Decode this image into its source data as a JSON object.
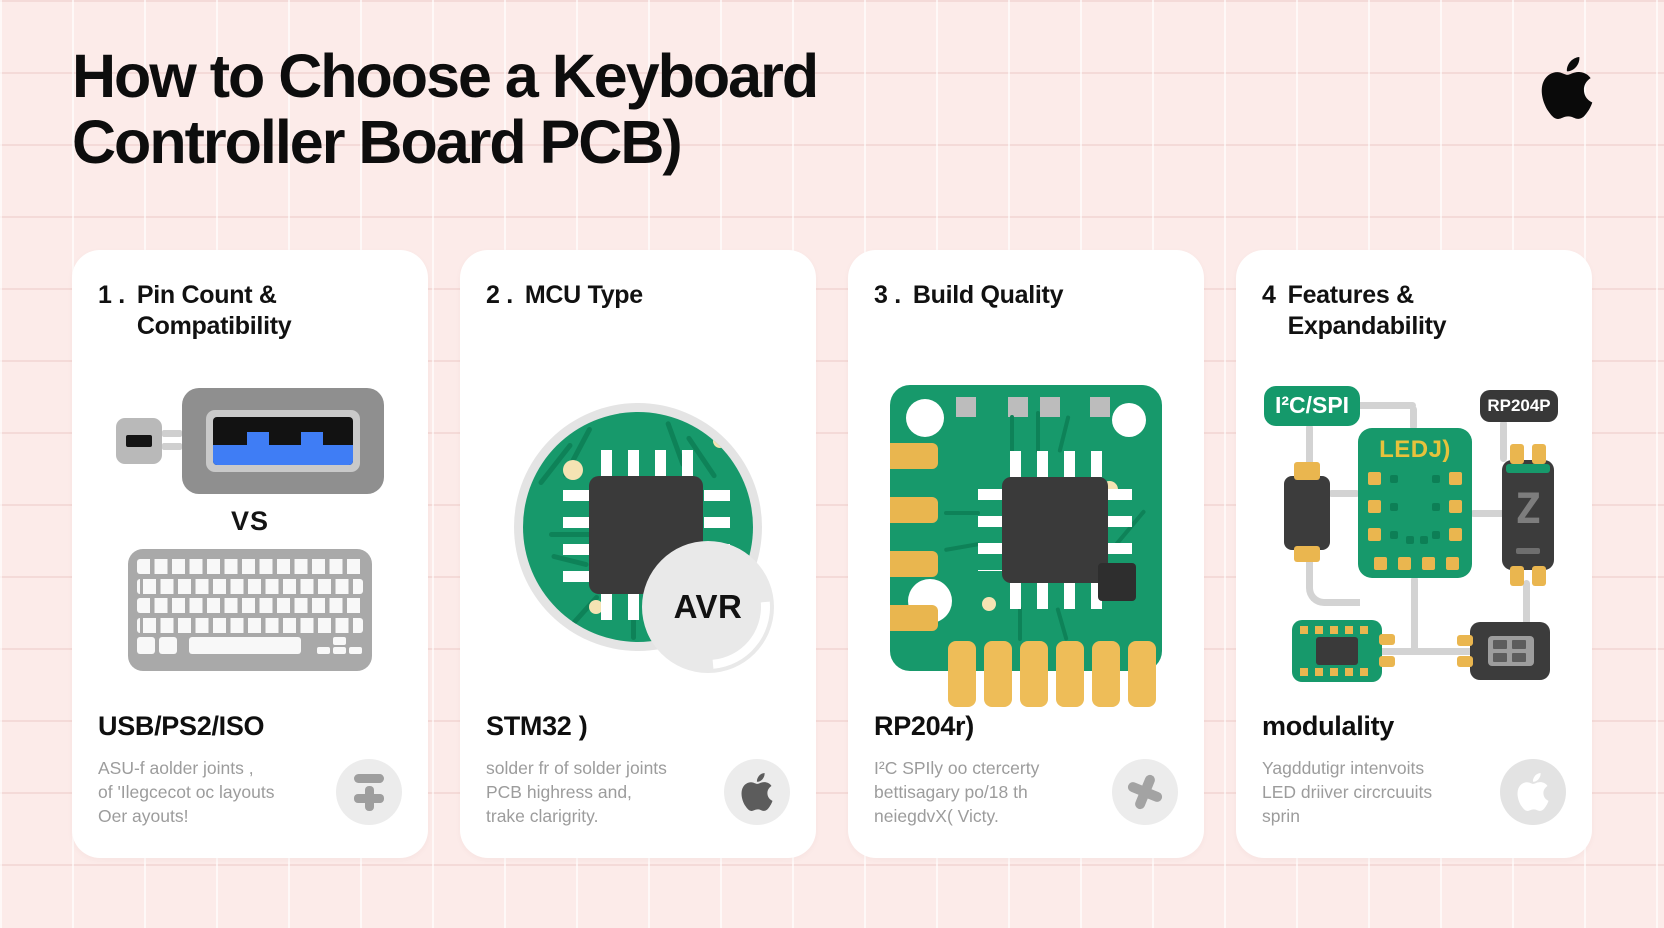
{
  "header": {
    "title_line1": "How to Choose a Keyboard",
    "title_line2": "Controller Board PCB)"
  },
  "colors": {
    "background": "#fcebe9",
    "card": "#ffffff",
    "pcb_green": "#17996b",
    "trace_green": "#0e8258",
    "chip_dark": "#3a3a3a",
    "gold": "#eab64f",
    "usb_blue": "#3f7df5",
    "text_gray": "#9c9c9c"
  },
  "cards": [
    {
      "num": "1 .",
      "title": "Pin Count & Compatibility",
      "vs_label": "VS",
      "subhead": "USB/PS2/ISO",
      "desc": [
        "ASU-f aolder joints ,",
        "of 'Ilegcecot oc layouts",
        "Oer ayouts!"
      ],
      "icon": "plus-minus-icon"
    },
    {
      "num": "2 .",
      "title": "MCU Type",
      "badge": "AVR",
      "subhead": "STM32 )",
      "desc": [
        "solder fr of solder joints",
        "PCB highress and,",
        "trake clarigrity."
      ],
      "icon": "apple-icon"
    },
    {
      "num": "3 .",
      "title": "Build Quality",
      "subhead": "RP204r)",
      "desc": [
        "I²C SPIly oo ctercerty",
        "bettisagary po/18 th",
        "neiegdvX( Victy."
      ],
      "icon": "plus-icon"
    },
    {
      "num": "4",
      "title": "Features & Expandability",
      "labels": {
        "i2c": "I²C/SPI",
        "rp": "RP204P",
        "led": "LEDJ)",
        "z": "Z"
      },
      "subhead": "modulality",
      "desc": [
        "Yagddutigr intenvoits",
        "LED driiver circrcuuits",
        "sprin"
      ],
      "icon": "apple-icon"
    }
  ]
}
